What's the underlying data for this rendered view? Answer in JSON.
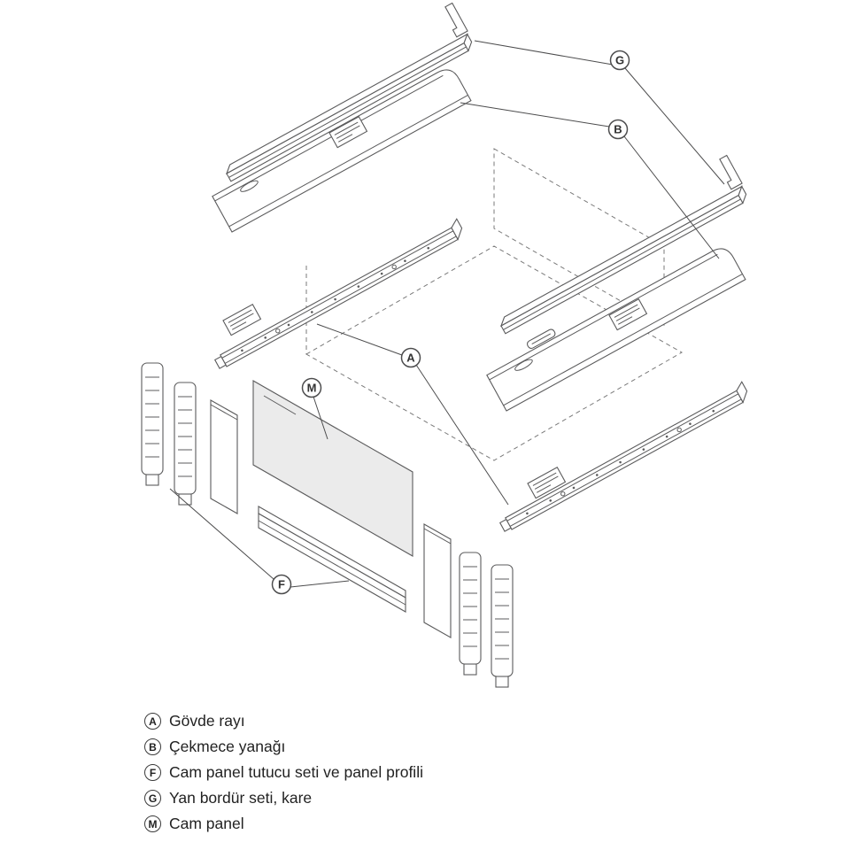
{
  "callouts": {
    "A": "A",
    "B": "B",
    "F": "F",
    "G": "G",
    "M": "M"
  },
  "legend": {
    "items": [
      {
        "letter": "A",
        "label": "Gövde rayı"
      },
      {
        "letter": "B",
        "label": "Çekmece yanağı"
      },
      {
        "letter": "F",
        "label": "Cam panel tutucu seti ve panel profili"
      },
      {
        "letter": "G",
        "label": "Yan bordür seti, kare"
      },
      {
        "letter": "M",
        "label": "Cam panel"
      }
    ]
  },
  "colors": {
    "line": "#5b5b5c",
    "glass_fill": "#ebebeb",
    "text": "#222222"
  }
}
